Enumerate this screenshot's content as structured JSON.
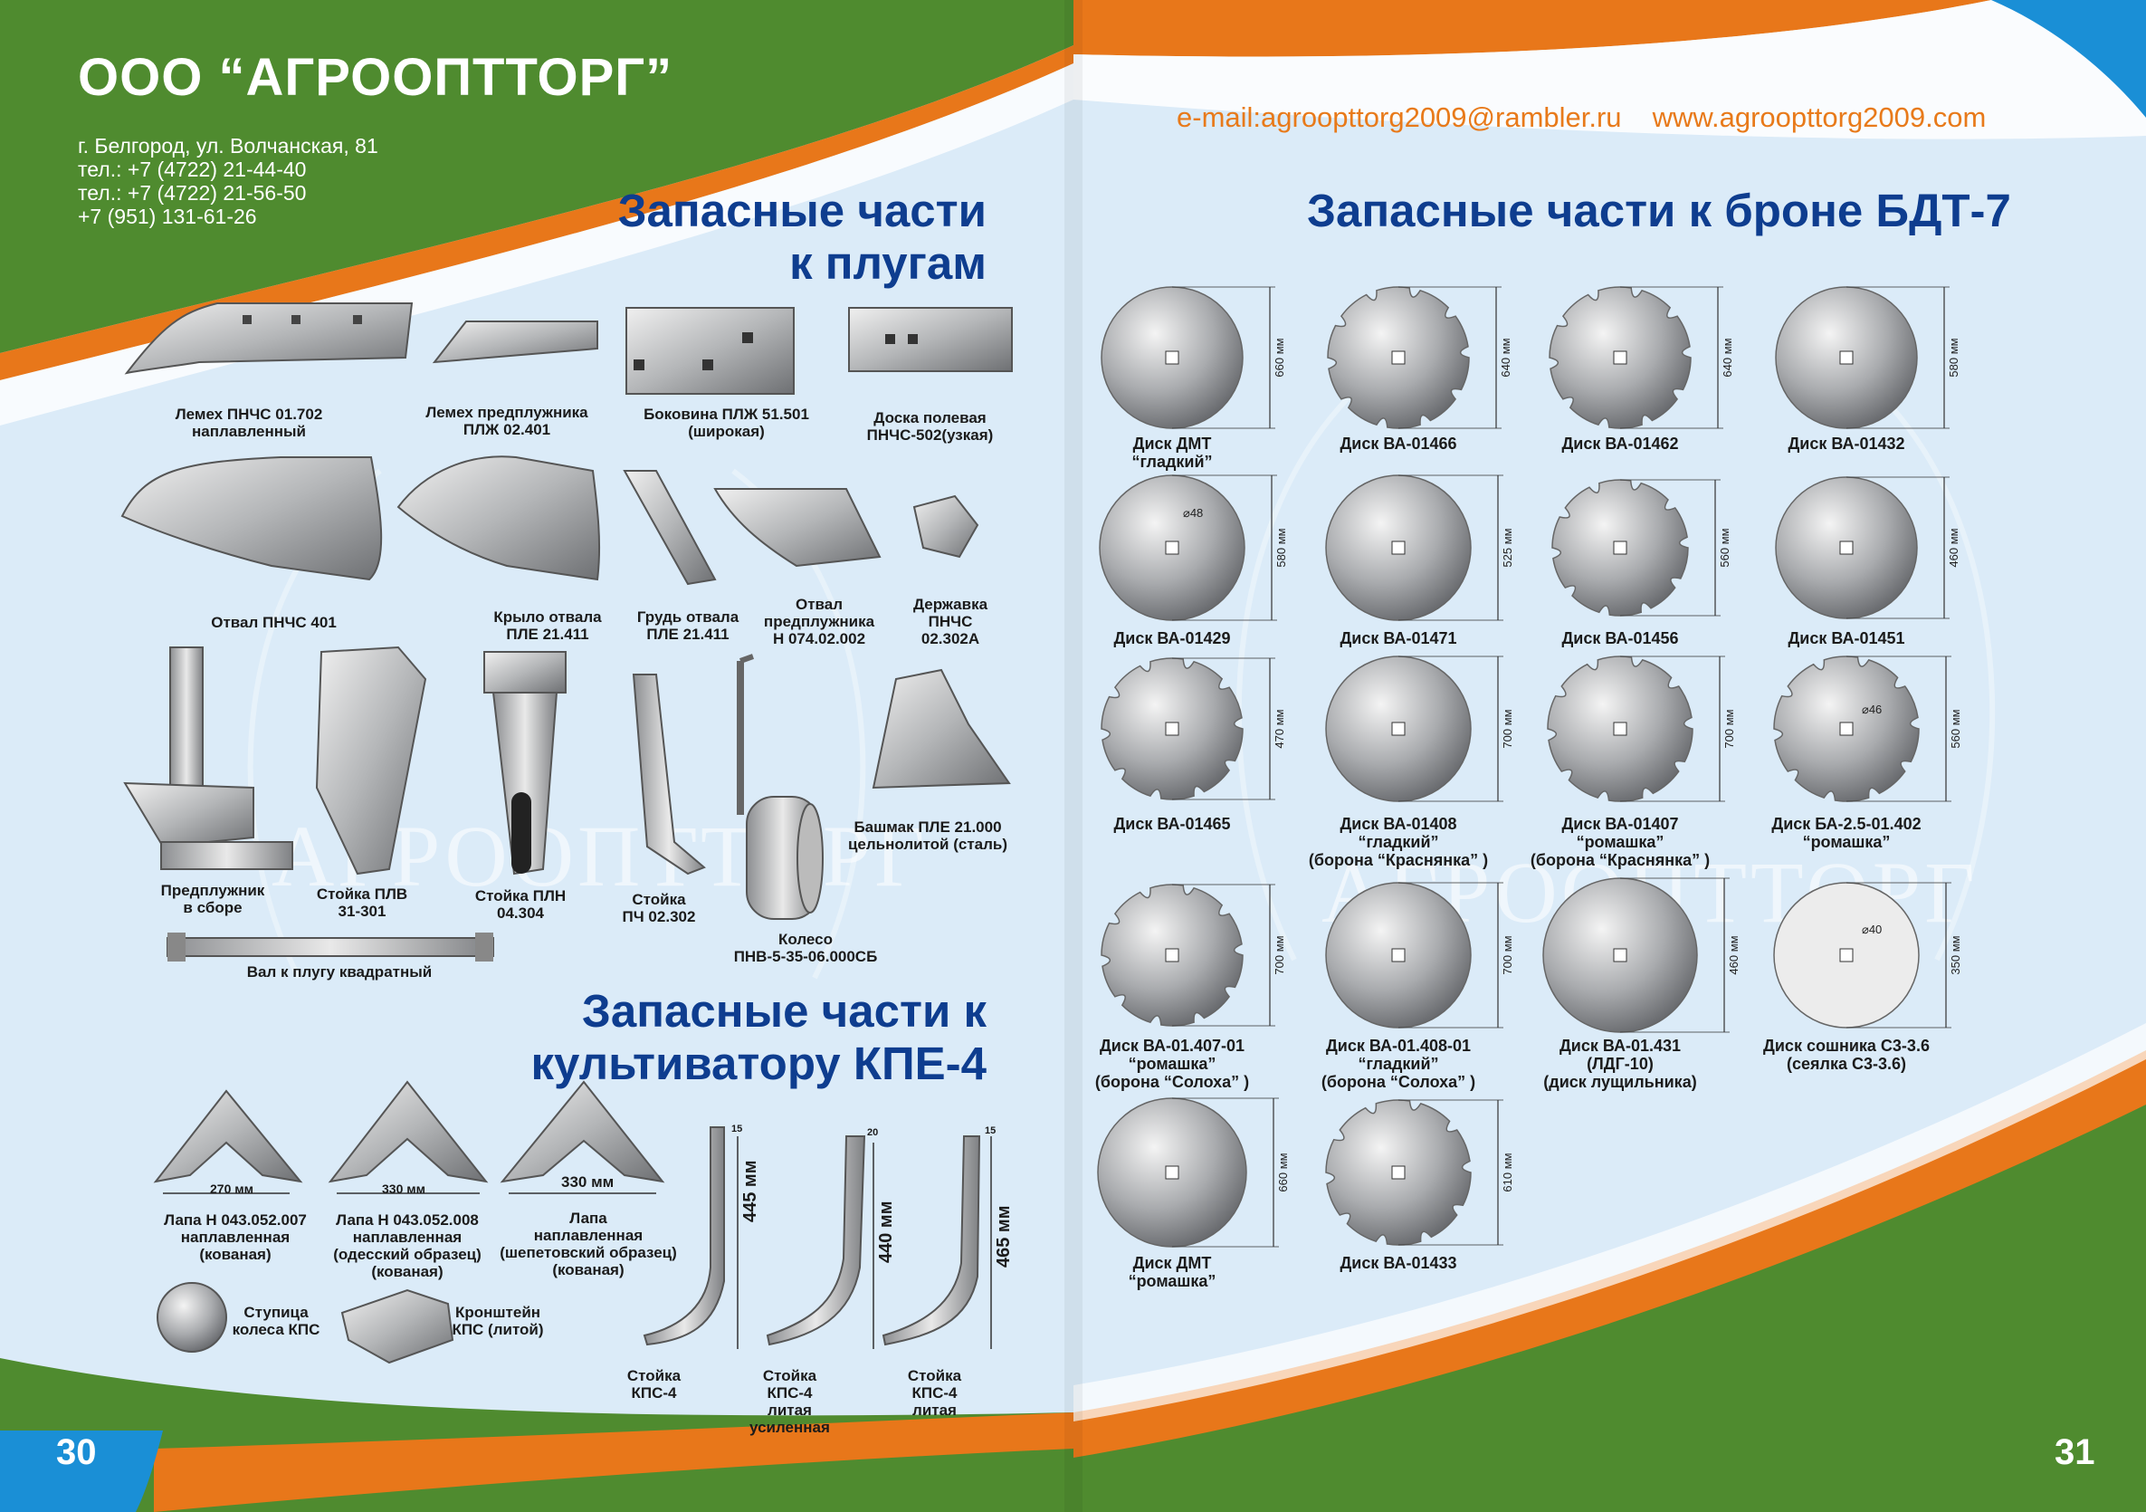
{
  "company": {
    "name": "ООО “АГРООПТТОРГ”",
    "address": [
      "г. Белгород,  ул. Волчанская, 81",
      "тел.: +7 (4722) 21-44-40",
      "тел.: +7 (4722) 21-56-50",
      "+7 (951) 131-61-26"
    ],
    "email": "e-mail:agroopttorg2009@rambler.ru",
    "website": "www.agroopttorg2009.com"
  },
  "headings": {
    "plows": [
      "Запасные части",
      "к плугам"
    ],
    "cultivator": [
      "Запасные части к",
      "культиватору КПЕ-4"
    ],
    "harrow": "Запасные части к броне БДТ-7"
  },
  "watermark": "АГРООПТТОРГ",
  "pages": {
    "left": "30",
    "right": "31"
  },
  "plow_parts": [
    "Лемех ПНЧС 01.702\nнаплавленный",
    "Лемех предплужника\nПЛЖ 02.401",
    "Боковина ПЛЖ 51.501\n(широкая)",
    "Доска полевая\nПНЧС-502(узкая)",
    "Отвал ПНЧС 401",
    "Крыло отвала\nПЛЕ 21.411",
    "Грудь отвала\nПЛЕ 21.411",
    "Отвал\nпредплужника\nН 074.02.002",
    "Державка\nПНЧС\n02.302А",
    "Предплужник\nв сборе",
    "Стойка ПЛВ\n31-301",
    "Стойка ПЛН\n04.304",
    "Стойка\nПЧ 02.302",
    "Колесо\nПНВ-5-35-06.000СБ",
    "Башмак ПЛЕ 21.000\nцельнолитой (сталь)",
    "Вал к плугу квадратный"
  ],
  "cultivator_parts": {
    "labels": [
      "Лапа Н 043.052.007\nнаплавленная\n(кованая)",
      "Лапа Н 043.052.008\nнаплавленная\n(одесский образец)\n(кованая)",
      "Лапа\nнаплавленная\n(шепетовский образец)\n(кованая)",
      "Ступица\nколеса КПС",
      "Кронштейн\nКПС (литой)",
      "Стойка\nКПС-4",
      "Стойка\nКПС-4\nлитая\nусиленная",
      "Стойка\nКПС-4\nлитая"
    ],
    "sweep_widths": [
      "270 мм",
      "330 мм",
      "330 мм"
    ],
    "stand_heights": [
      "445 мм",
      "440 мм",
      "465 мм"
    ],
    "stand_tops": [
      "15",
      "20",
      "15"
    ]
  },
  "disks": [
    {
      "label": "Диск ДМТ\n“гладкий”",
      "size": "660 мм"
    },
    {
      "label": "Диск ВА-01466",
      "size": "640 мм"
    },
    {
      "label": "Диск ВА-01462",
      "size": "640 мм"
    },
    {
      "label": "Диск ВА-01432",
      "size": "580 мм"
    },
    {
      "label": "Диск ВА-01429",
      "size": "580 мм"
    },
    {
      "label": "Диск ВА-01471",
      "size": "525 мм"
    },
    {
      "label": "Диск ВА-01456",
      "size": "560 мм"
    },
    {
      "label": "Диск ВА-01451",
      "size": "460 мм"
    },
    {
      "label": "Диск ВА-01465",
      "size": "470 мм"
    },
    {
      "label": "Диск ВА-01408\n“гладкий”\n(борона “Краснянка” )",
      "size": "700 мм"
    },
    {
      "label": "Диск ВА-01407\n“ромашка”\n(борона “Краснянка” )",
      "size": "700 мм"
    },
    {
      "label": "Диск БА-2.5-01.402\n“ромашка”",
      "size": "560 мм"
    },
    {
      "label": "Диск ВА-01.407-01\n“ромашка”\n(борона “Солоха” )",
      "size": "700 мм"
    },
    {
      "label": "Диск ВА-01.408-01\n“гладкий”\n(борона “Солоха” )",
      "size": "700 мм"
    },
    {
      "label": "Диск ВА-01.431\n(ЛДГ-10)\n(диск лущильника)",
      "size": "460 мм"
    },
    {
      "label": "Диск сошника С3-3.6\n(сеялка С3-3.6)",
      "size": "350 мм"
    },
    {
      "label": "Диск ДМТ\n“ромашка”",
      "size": "660 мм"
    },
    {
      "label": "Диск ВА-01433",
      "size": "610 мм"
    }
  ],
  "disk_hole_marks": [
    "⌀48",
    "⌀46",
    "⌀40"
  ],
  "colors": {
    "green": "#4e8a2e",
    "orange": "#e8771a",
    "blue": "#1a8fd6",
    "heading": "#0e3d8f"
  }
}
